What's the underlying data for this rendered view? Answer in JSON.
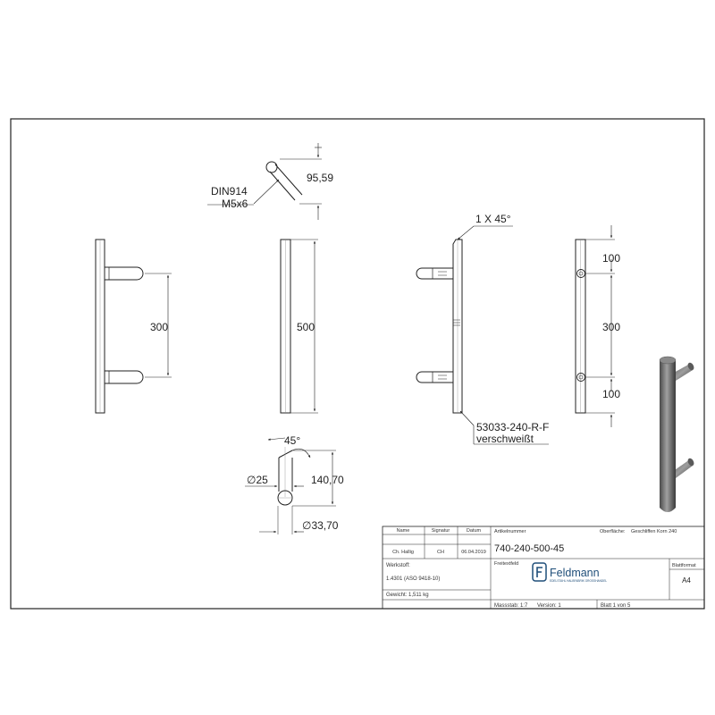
{
  "dimensions": {
    "top_height": "95,59",
    "screw_line1": "DIN914",
    "screw_line2": "M5x6",
    "post_spacing": "300",
    "bar_length": "500",
    "chamfer": "1 X 45°",
    "end_offset_top": "100",
    "end_offset_spacing": "300",
    "end_offset_bottom": "100",
    "part_number": "53033-240-R-F",
    "weld_note": "verschweißt",
    "angle": "45°",
    "post_height": "140,70",
    "post_diameter": "∅25",
    "bar_diameter": "∅33,70"
  },
  "title_block": {
    "col_name": "Name",
    "col_signature": "Signatur",
    "col_date": "Datum",
    "name": "Ch. Hallig",
    "signature": "CH",
    "date": "06.04.2019",
    "article_label": "Artikelnummer",
    "article_number": "740-240-500-45",
    "surface_label": "Oberfläche:",
    "surface_value": "Geschliffen Korn 240",
    "material_label": "Werkstoff:",
    "material_value": "1.4301 (ASO 9418-10)",
    "weight": "Gewicht: 1,511 kg",
    "freetext_label": "Freitextfeld",
    "company": "Feldmann",
    "company_tagline": "EDELSTAHL HALBFABRIK GROSSHANDEL",
    "format_label": "Blattformat",
    "format_value": "A4",
    "scale": "Massstab: 1:7",
    "version": "Version: 1",
    "sheet": "Blatt 1 von 5"
  },
  "colors": {
    "line": "#222222",
    "logo": "#1f4e79",
    "handle_dark": "#3f3f3f",
    "handle_light": "#9a9a9a"
  }
}
